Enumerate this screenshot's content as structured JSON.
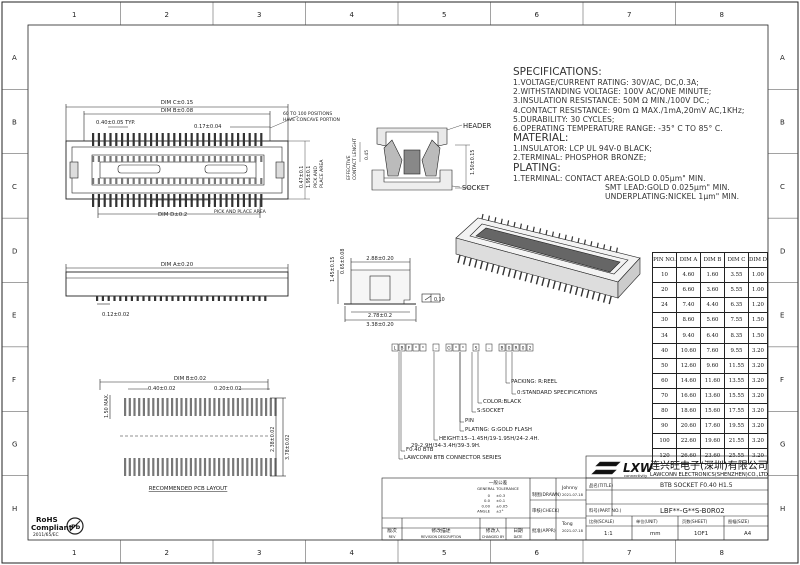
{
  "border": {
    "columns": [
      "1",
      "2",
      "3",
      "4",
      "5",
      "6",
      "7",
      "8"
    ],
    "rows": [
      "A",
      "B",
      "C",
      "D",
      "E",
      "F",
      "G",
      "H"
    ]
  },
  "specifications": {
    "title": "SPECIFICATIONS:",
    "lines": [
      "1.VOLTAGE/CURRENT RATING: 30V/AC, DC,0.3A;",
      "2.WITHSTANDING VOLTAGE: 100V AC/ONE MINUTE;",
      "3.INSULATION RESISTANCE: 50M Ω MIN./100V DC.;",
      "4.CONTACT RESISTANCE: 90m Ω MAX./1mA,20mV AC,1KHz;",
      "5.DURABILITY: 30 CYCLES;",
      "6.OPERATING TEMPERATURE RANGE: -35° C TO 85° C."
    ],
    "material_title": "MATERIAL:",
    "material_lines": [
      "1.INSULATOR: LCP UL 94V-0 BLACK;",
      "2.TERMINAL: PHOSPHOR BRONZE;"
    ],
    "plating_title": "PLATING:",
    "plating_lines": [
      "1.TERMINAL: CONTACT AREA:GOLD 0.05μm\" MIN.",
      "SMT LEAD:GOLD 0.025μm\" MIN.",
      "UNDERPLATING:NICKEL 1μm\" MIN."
    ]
  },
  "pin_table": {
    "headers": [
      "PIN NO.",
      "DIM A",
      "DIM B",
      "DIM C",
      "DIM D"
    ],
    "rows": [
      [
        "10",
        "4.60",
        "1.60",
        "3.55",
        "1.00"
      ],
      [
        "20",
        "6.60",
        "3.60",
        "5.55",
        "1.00"
      ],
      [
        "24",
        "7.40",
        "4.40",
        "6.35",
        "1.20"
      ],
      [
        "30",
        "8.60",
        "5.60",
        "7.55",
        "1.50"
      ],
      [
        "34",
        "9.40",
        "6.40",
        "8.35",
        "1.50"
      ],
      [
        "40",
        "10.60",
        "7.60",
        "9.55",
        "3.20"
      ],
      [
        "50",
        "12.60",
        "9.60",
        "11.55",
        "3.20"
      ],
      [
        "60",
        "14.60",
        "11.60",
        "13.55",
        "3.20"
      ],
      [
        "70",
        "16.60",
        "13.60",
        "15.55",
        "3.20"
      ],
      [
        "80",
        "18.60",
        "15.60",
        "17.55",
        "3.20"
      ],
      [
        "90",
        "20.60",
        "17.60",
        "19.55",
        "3.20"
      ],
      [
        "100",
        "22.60",
        "19.60",
        "21.55",
        "3.20"
      ],
      [
        "120",
        "26.60",
        "23.60",
        "25.55",
        "3.20"
      ]
    ]
  },
  "top_view": {
    "dim_c": "DIM C±0.15",
    "dim_b": "DIM B±0.08",
    "pitch": "0.40±0.05 TYP.",
    "w1": "0.17±0.04",
    "note": "60 TO 100 POSITIONS",
    "note2": "HAVE CONCAVE PORTION",
    "v1": "0.47±0.1",
    "v2": "1.95±0.1",
    "v3": "PICK AND",
    "v4": "PLACE AREA",
    "dim_d": "DIM D±0.2",
    "pick": "PICK AND PLACE AREA"
  },
  "section": {
    "header": "HEADER",
    "socket": "SOCKET",
    "eff": "EFFECTIVE",
    "contact": "CONTACT LENGHT",
    "eff_val": "0.45",
    "h": "1.50±0.15"
  },
  "front_view": {
    "dim_a": "DIM A±0.20",
    "w": "0.12±0.02"
  },
  "side_view": {
    "top": "2.88±0.20",
    "h1": "1.45±0.15",
    "h2": "0.65±0.08",
    "bot1": "2.78±0.2",
    "bot2": "3.38±0.20",
    "flat": "0.10"
  },
  "pcb_layout": {
    "dim_b": "DIM B±0.02",
    "pitch": "0.40±0.02",
    "pad": "0.20±0.02",
    "max": "1.50 MAX.",
    "h1": "2.38±0.02",
    "h2": "3.78±0.02",
    "title": "RECOMMENDED PCB LAYOUT"
  },
  "part_number": {
    "code_boxes": [
      "L",
      "B",
      "F",
      "*",
      "*",
      "-",
      "G",
      "*",
      "*",
      "S",
      "-",
      "B",
      "0",
      "R",
      "0",
      "2"
    ],
    "labels": [
      "PACKING: R:REEL",
      "0:STANDARD SPECIFICATIONS",
      "COLOR:BLACK",
      "S:SOCKET",
      "PIN",
      "PLATING:   G:GOLD FLASH",
      "HEIGHT:15--1.45H/19-1.95H/24-2.4H.",
      "29-2.9H/34-3.4H/39-3.9H.",
      "F0.40 BTB",
      "LAWCONN BTB CONNECTOR SERIES"
    ]
  },
  "rohs": {
    "title": "RoHS",
    "sub": "Compliant",
    "code": "2011/65/EC",
    "pb": "Pb"
  },
  "title_block": {
    "logo": "LXW",
    "logo_sub": "connectivity",
    "company_cn": "连兴旺电子(深圳)有限公司",
    "company_en": "LAWCONN ELECTRONICS(SHENZHEN)CO.,LTD",
    "drawn_label": "制图(DRAWN)",
    "drawn_name": "Johnny",
    "drawn_date": "2021-07-18",
    "title_label": "品名(TITLE)",
    "title_value": "BTB SOCKET F0.40 H1.5",
    "check_label": "审核(CHECK)",
    "part_label": "料号(PART NO.)",
    "part_value": "LBF**-G**S-B0R02",
    "approve_label": "批准(APPR)",
    "approve_name": "Tong",
    "approve_date": "2021-07-18",
    "scale_label": "比例(SCALE)",
    "scale_value": "1:1",
    "unit_label": "单位(UNIT)",
    "unit_value": "mm",
    "sheet_label": "页数(SHEET)",
    "sheet_value": "1OF1",
    "size_label": "图幅(SIZE)",
    "size_value": "A4",
    "tol_title": "一般公差",
    "tol_sub": "GENERAL TOLERANCE",
    "tol_rows": [
      [
        "0",
        "±0.3"
      ],
      [
        "0.0",
        "±0.1"
      ],
      [
        "0.00",
        "±0.05"
      ],
      [
        "ANGLE",
        "±2°"
      ]
    ],
    "rev_headers": [
      "版次",
      "修改描述",
      "修改人",
      "日期"
    ],
    "rev_sub": [
      "REV",
      "REVISION DESCRIPTION",
      "CHANGED BY",
      "DATE"
    ]
  }
}
